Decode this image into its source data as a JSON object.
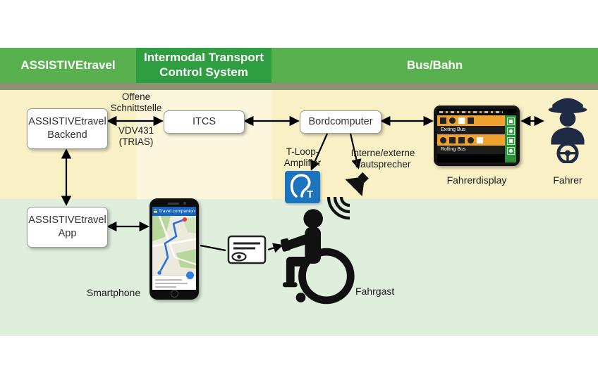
{
  "header": {
    "left": "ASSISTIVEtravel",
    "middle_line1": "Intermodal Transport",
    "middle_line2": "Control System",
    "right": "Bus/Bahn"
  },
  "boxes": {
    "backend_line1": "ASSISTIVEtravel",
    "backend_line2": "Backend",
    "itcs": "ITCS",
    "bordcomputer": "Bordcomputer",
    "app_line1": "ASSISTIVEtravel",
    "app_line2": "App"
  },
  "labels": {
    "interface_line1": "Offene",
    "interface_line2": "Schnittstelle",
    "protocol_line1": "VDV431",
    "protocol_line2": "(TRIAS)",
    "tloop_line1": "T-Loop-",
    "tloop_line2": "Amplifier",
    "speakers_line1": "Interne/externe",
    "speakers_line2": "Lautsprecher",
    "fahrerdisplay": "Fahrerdisplay",
    "fahrer": "Fahrer",
    "smartphone": "Smartphone",
    "fahrgast": "Fahrgast"
  },
  "icons": {
    "tloop_letter": "T"
  },
  "fahrerdisplay_screen": {
    "row1": "Exiting Bus",
    "row2": "Rolling Bus"
  },
  "smartphone_screen": {
    "app_title": "Travel companion"
  },
  "colors": {
    "header_green": "#58B14E",
    "header_green_dark": "#2E9E41",
    "divider_olive": "#8D9271",
    "band_yellow": "#FAF0C6",
    "band_yellow_light": "#FCF7DC",
    "band_mint": "#E0EEDE",
    "tloop_blue": "#1C75BC",
    "display_orange": "#F0A22E",
    "display_green": "#2E8F3C"
  }
}
